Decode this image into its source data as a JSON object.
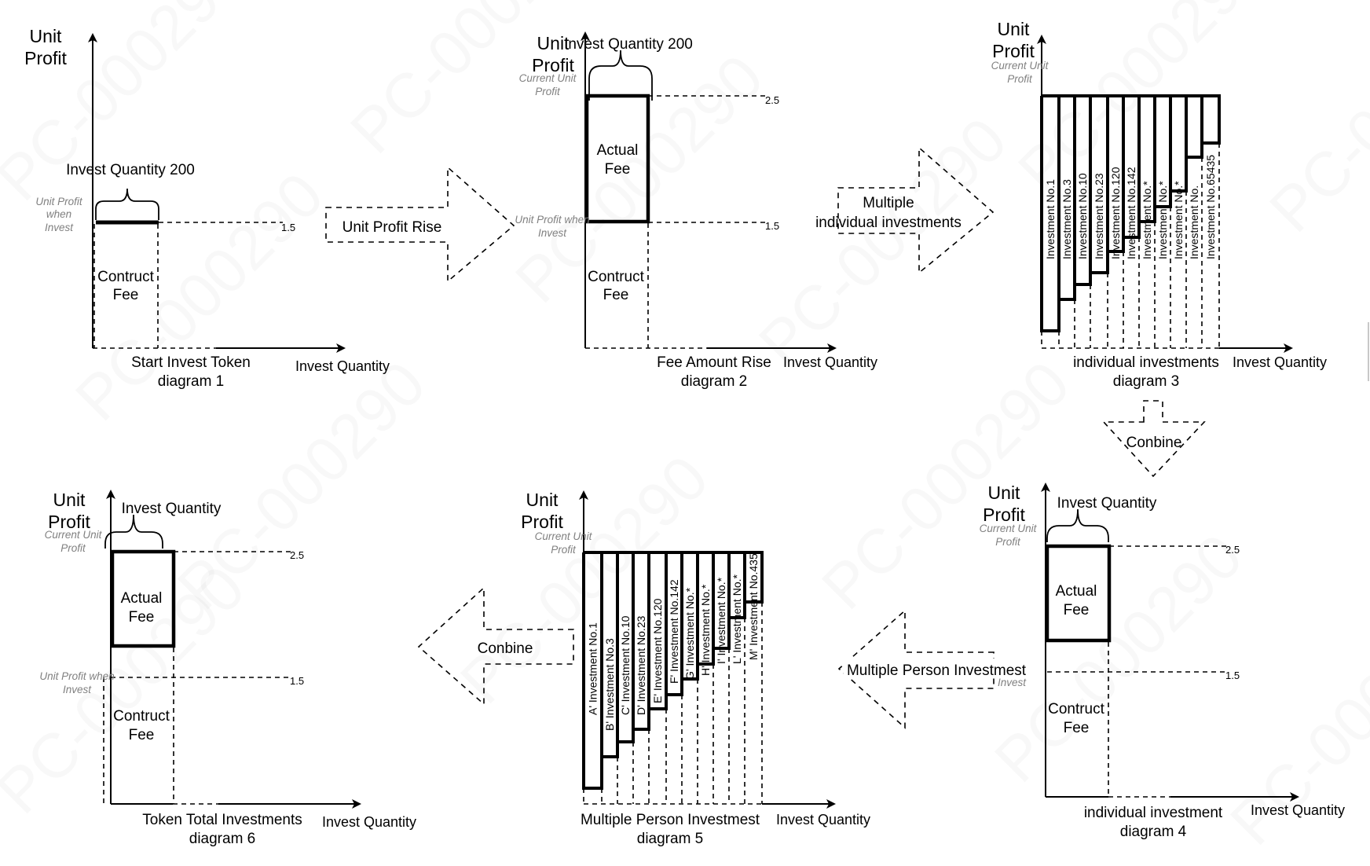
{
  "watermark": "PC-000290",
  "common": {
    "y_axis_label_line1": "Unit",
    "y_axis_label_line2": "Profit",
    "x_axis_label": "Invest Quantity",
    "contruct_fee_line1": "Contruct",
    "contruct_fee_line2": "Fee",
    "actual_fee_line1": "Actual",
    "actual_fee_line2": "Fee",
    "current_unit_profit_line1": "Current Unit",
    "current_unit_profit_line2": "Profit",
    "unit_profit_when_invest_line1": "Unit Profit when",
    "unit_profit_when_invest_line2": "Invest",
    "tick_high": "2.5",
    "tick_low": "1.5"
  },
  "diagram1": {
    "brace_label": "Invest Quantity 200",
    "note_line1": "Unit Profit",
    "note_line2": "when",
    "note_line3": "Invest",
    "caption_line1": "Start Invest Token",
    "caption_line2": "diagram 1"
  },
  "diagram2": {
    "brace_label": "Invest Quantity 200",
    "caption_line1": "Fee Amount Rise",
    "caption_line2": "diagram 2"
  },
  "diagram3": {
    "caption_line1": "individual investments",
    "caption_line2": "diagram 3",
    "bars": [
      {
        "label": "Investment No.1"
      },
      {
        "label": "Investment  No.3"
      },
      {
        "label": "Investment  No.10"
      },
      {
        "label": "Investment  No.23"
      },
      {
        "label": "Investment  No.120"
      },
      {
        "label": "Investment  No.142"
      },
      {
        "label": "Investment  No.*"
      },
      {
        "label": "Investment  No.*"
      },
      {
        "label": "Investment  No.*"
      },
      {
        "label": "Investment  No."
      },
      {
        "label": "Investment  No.65435"
      }
    ]
  },
  "diagram4": {
    "brace_label": "Invest Quantity",
    "caption_line1": "individual investment",
    "caption_line2": "diagram 4"
  },
  "diagram5": {
    "caption_line1": "Multiple Person Investmest",
    "caption_line2": "diagram 5",
    "bars": [
      {
        "label": "A' Investment  No.1"
      },
      {
        "label": "B' Investment No.3"
      },
      {
        "label": "C' Investment  No.10"
      },
      {
        "label": "D' Investment  No.23"
      },
      {
        "label": "E' Investment  No.120"
      },
      {
        "label": "F' Investment  No.142"
      },
      {
        "label": "G' Investment  No.*"
      },
      {
        "label": "H' Investment  No.*"
      },
      {
        "label": "I' Investment  No.*"
      },
      {
        "label": "L' Investment  No.*"
      },
      {
        "label": "M' Investment  No.435"
      }
    ]
  },
  "diagram6": {
    "brace_label": "Invest Quantity",
    "caption_line1": "Token Total Investments",
    "caption_line2": "diagram 6"
  },
  "arrows": {
    "unit_profit_rise": "Unit Profit Rise",
    "multiple_individual_line1": "Multiple",
    "multiple_individual_line2": "individual investments",
    "combine_down": "Conbine",
    "multiple_person": "Multiple Person Investmest",
    "combine_left": "Conbine"
  }
}
